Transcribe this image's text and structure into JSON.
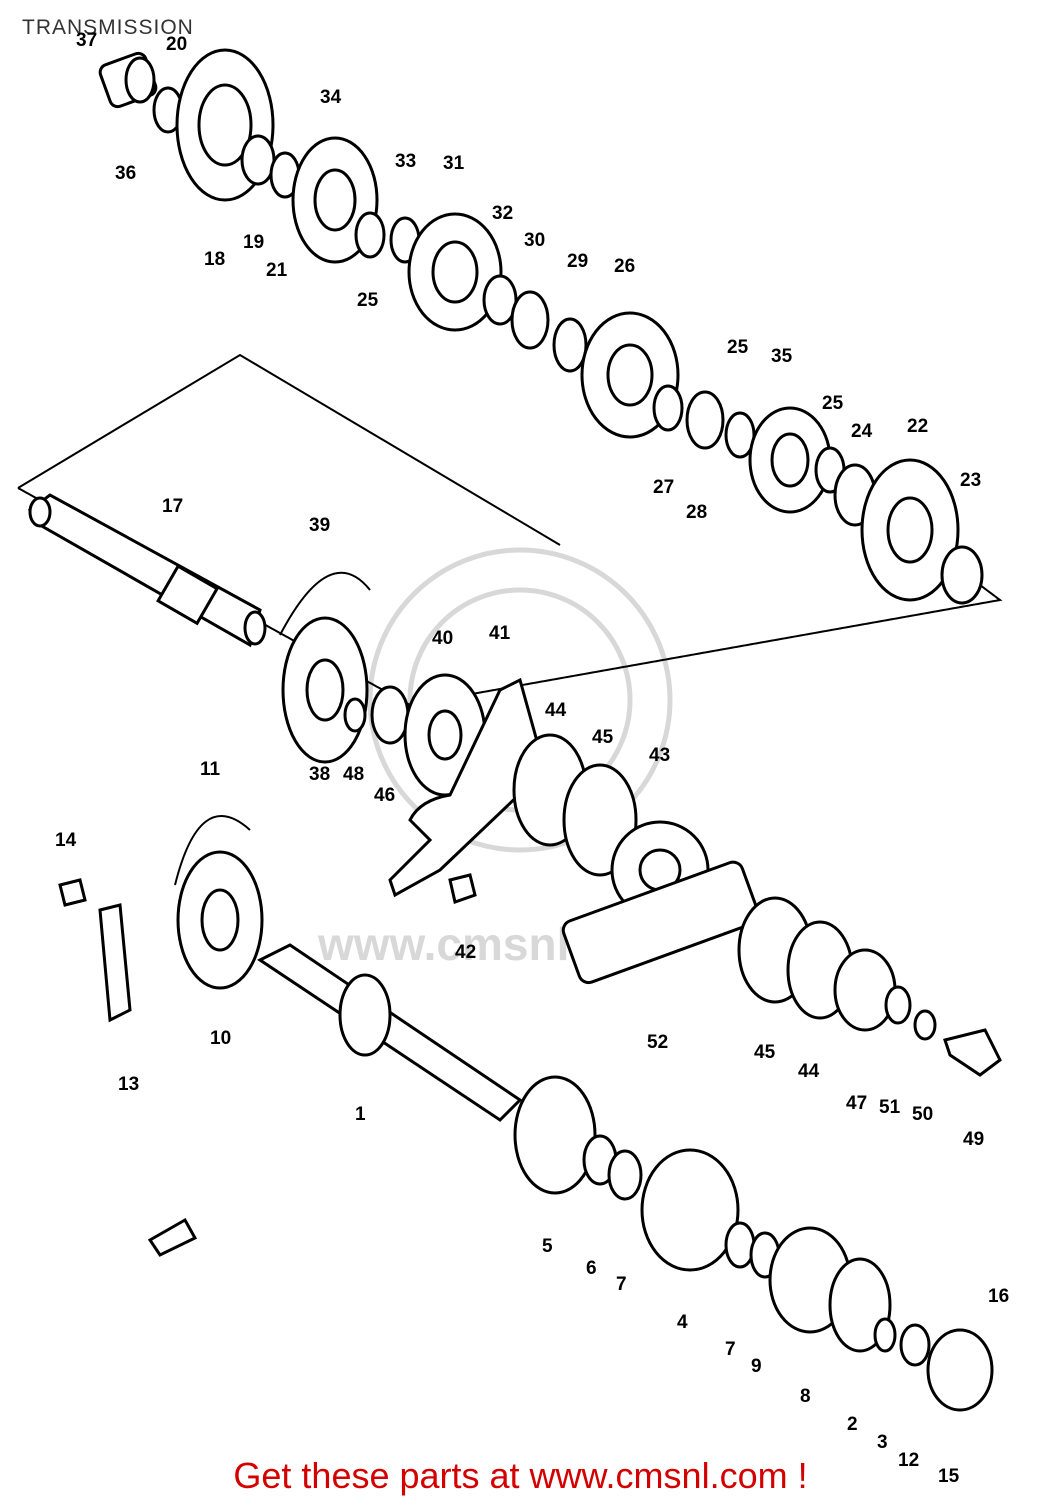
{
  "title": "TRANSMISSION",
  "footer": "Get these parts at www.cmsnl.com !",
  "watermark": "www.cmsnl",
  "colors": {
    "footer": "#d40000",
    "line": "#000000",
    "watermark": "#d8d8d8"
  },
  "callouts": {
    "p1": "1",
    "p2": "2",
    "p3": "3",
    "p4": "4",
    "p5": "5",
    "p6": "6",
    "p7a": "7",
    "p7b": "7",
    "p8": "8",
    "p9": "9",
    "p10": "10",
    "p11": "11",
    "p12": "12",
    "p13": "13",
    "p14": "14",
    "p15": "15",
    "p16": "16",
    "p17": "17",
    "p18": "18",
    "p19": "19",
    "p20": "20",
    "p21": "21",
    "p22": "22",
    "p23": "23",
    "p24": "24",
    "p25a": "25",
    "p25b": "25",
    "p25c": "25",
    "p26": "26",
    "p27": "27",
    "p28": "28",
    "p29": "29",
    "p30": "30",
    "p31": "31",
    "p32": "32",
    "p33": "33",
    "p34": "34",
    "p35": "35",
    "p36": "36",
    "p37": "37",
    "p38": "38",
    "p39": "39",
    "p40": "40",
    "p41": "41",
    "p42": "42",
    "p43": "43",
    "p44a": "44",
    "p44b": "44",
    "p45a": "45",
    "p45b": "45",
    "p46": "46",
    "p47": "47",
    "p48": "48",
    "p49": "49",
    "p50": "50",
    "p51": "51",
    "p52": "52"
  }
}
